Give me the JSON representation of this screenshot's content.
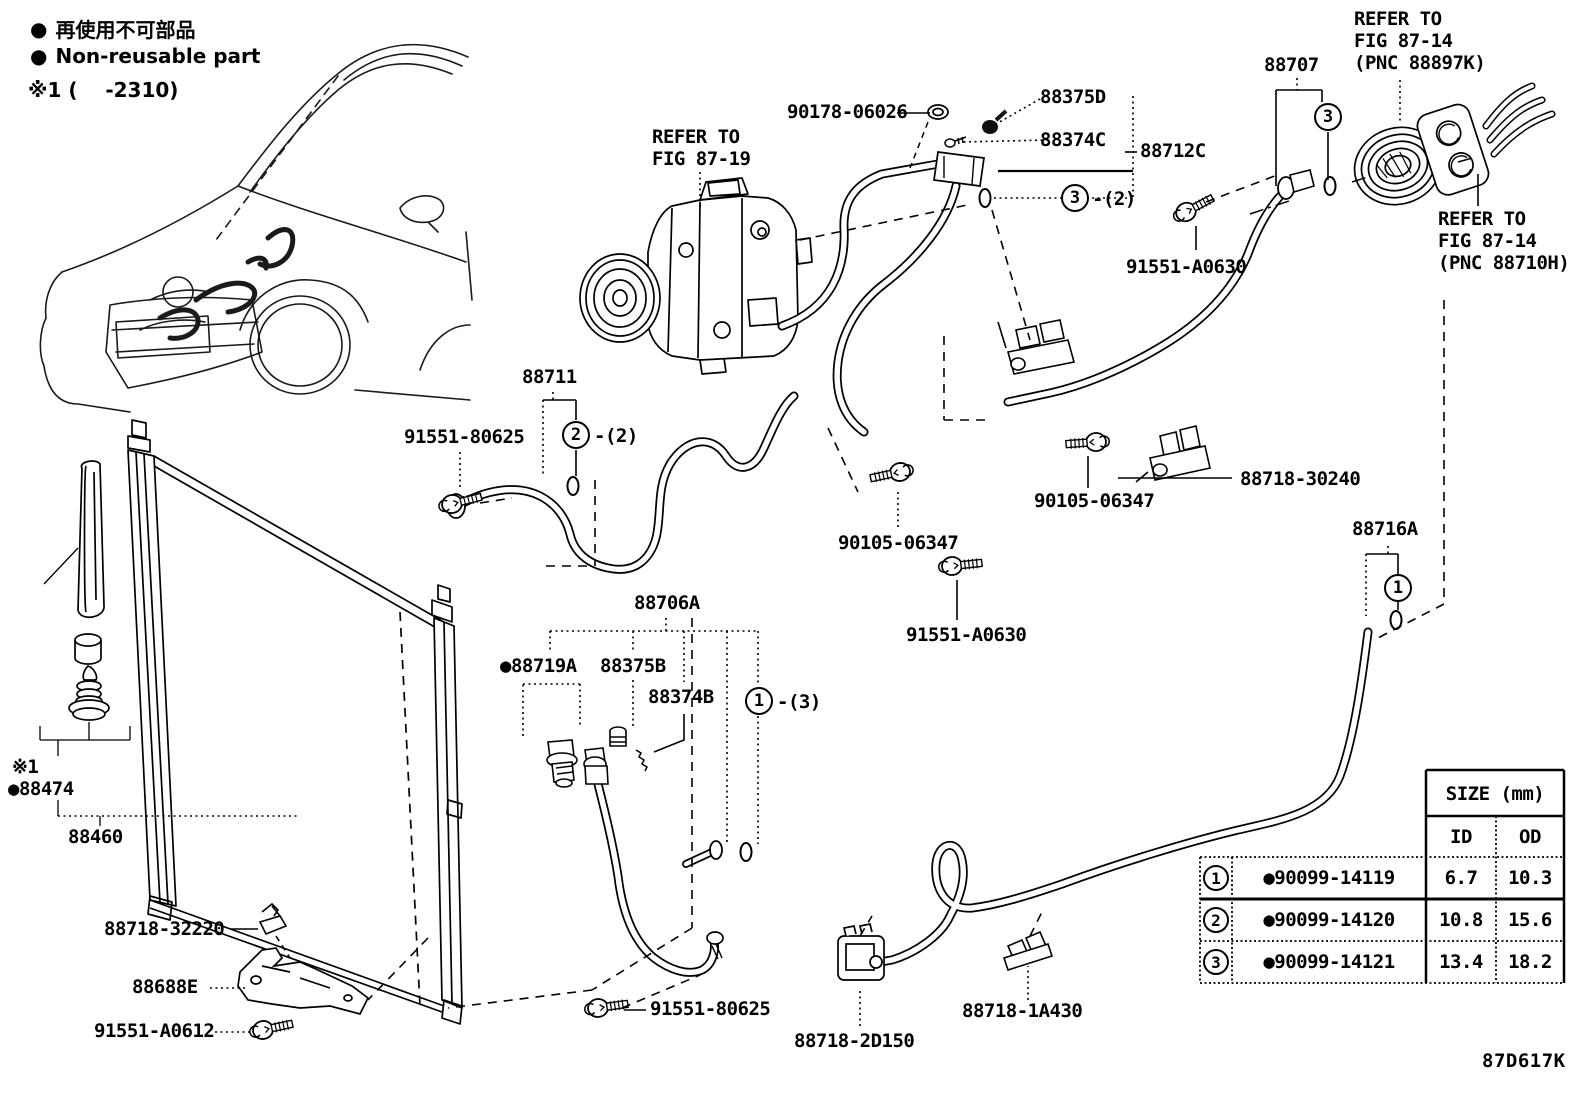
{
  "legend": {
    "dot": "●",
    "jp": "再使用不可部品",
    "en": "Non-reusable part",
    "note": "※1 (    -2310)"
  },
  "refs": {
    "fig8719": "REFER TO\nFIG 87-19",
    "fig8714_top": "REFER TO\nFIG 87-14\n(PNC 88897K)",
    "fig8714_bot": "REFER TO\nFIG 87-14\n(PNC 88710H)"
  },
  "labels": {
    "p90178_06026": "90178-06026",
    "p88375D": "88375D",
    "p88374C": "88374C",
    "p88712C": "88712C",
    "p88707": "88707",
    "p91551_A0630a": "91551-A0630",
    "p91551_A0630b": "91551-A0630",
    "p88711": "88711",
    "p91551_80625a": "91551-80625",
    "p90105_06347a": "90105-06347",
    "p90105_06347b": "90105-06347",
    "p88718_30240": "88718-30240",
    "p88716A": "88716A",
    "p88706A": "88706A",
    "p88719A": "●88719A",
    "p88375B": "88375B",
    "p88374B": "88374B",
    "note_star": "※1",
    "p88474": "●88474",
    "p88460": "88460",
    "p88718_32220": "88718-32220",
    "p88688E": "88688E",
    "p91551_A0612": "91551-A0612",
    "p91551_80625b": "91551-80625",
    "p88718_2D150": "88718-2D150",
    "p88718_1A430": "88718-1A430"
  },
  "callouts": {
    "c3a": {
      "n": "3",
      "suffix": "-(2)"
    },
    "c3b": {
      "n": "3",
      "suffix": ""
    },
    "c2": {
      "n": "2",
      "suffix": "-(2)"
    },
    "c1a": {
      "n": "1",
      "suffix": "-(3)"
    },
    "c1b": {
      "n": "1",
      "suffix": ""
    }
  },
  "table": {
    "size_header": "SIZE (mm)",
    "id_header": "ID",
    "od_header": "OD",
    "rows": [
      {
        "num": "1",
        "part": "●90099-14119",
        "id": "6.7",
        "od": "10.3"
      },
      {
        "num": "2",
        "part": "●90099-14120",
        "id": "10.8",
        "od": "15.6"
      },
      {
        "num": "3",
        "part": "●90099-14121",
        "id": "13.4",
        "od": "18.2"
      }
    ]
  },
  "footer_code": "87D617K"
}
